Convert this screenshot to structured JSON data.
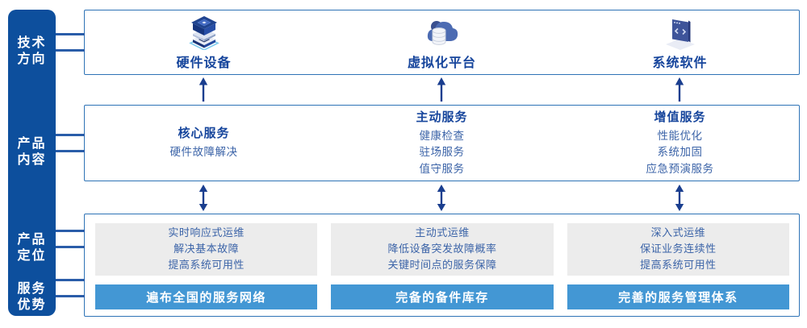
{
  "sidebar": {
    "items": [
      {
        "line1": "技术",
        "line2": "方向"
      },
      {
        "line1": "产品",
        "line2": "内容"
      },
      {
        "line1": "产品",
        "line2": "定位"
      },
      {
        "line1": "服务",
        "line2": "优势"
      }
    ]
  },
  "columns": [
    {
      "tech_title": "硬件设备",
      "tech_icon": "server-stack-icon",
      "content": {
        "title": "核心服务",
        "items": [
          "硬件故障解决"
        ]
      },
      "positioning": [
        "实时响应式运维",
        "解决基本故障",
        "提高系统可用性"
      ],
      "advantage": "遍布全国的服务网络"
    },
    {
      "tech_title": "虚拟化平台",
      "tech_icon": "cloud-database-icon",
      "content": {
        "title": "主动服务",
        "items": [
          "健康检查",
          "驻场服务",
          "值守服务"
        ]
      },
      "positioning": [
        "主动式运维",
        "降低设备突发故障概率",
        "关键时间点的服务保障"
      ],
      "advantage": "完备的备件库存"
    },
    {
      "tech_title": "系统软件",
      "tech_icon": "code-window-icon",
      "content": {
        "title": "增值服务",
        "items": [
          "性能优化",
          "系统加固",
          "应急预演服务"
        ]
      },
      "positioning": [
        "深入式运维",
        "保证业务连续性",
        "提高系统可用性"
      ],
      "advantage": "完善的服务管理体系"
    }
  ],
  "colors": {
    "sidebar_bg": "#0d4f9d",
    "box_border": "#2e73b6",
    "title_text": "#16459c",
    "body_text": "#3c64a8",
    "gray_panel_bg": "#ececec",
    "advantage_bar_bg": "#4397d4",
    "arrow": "#1a3e8f",
    "connector_line": "#2a5da9",
    "label_text": "#ffffff"
  }
}
